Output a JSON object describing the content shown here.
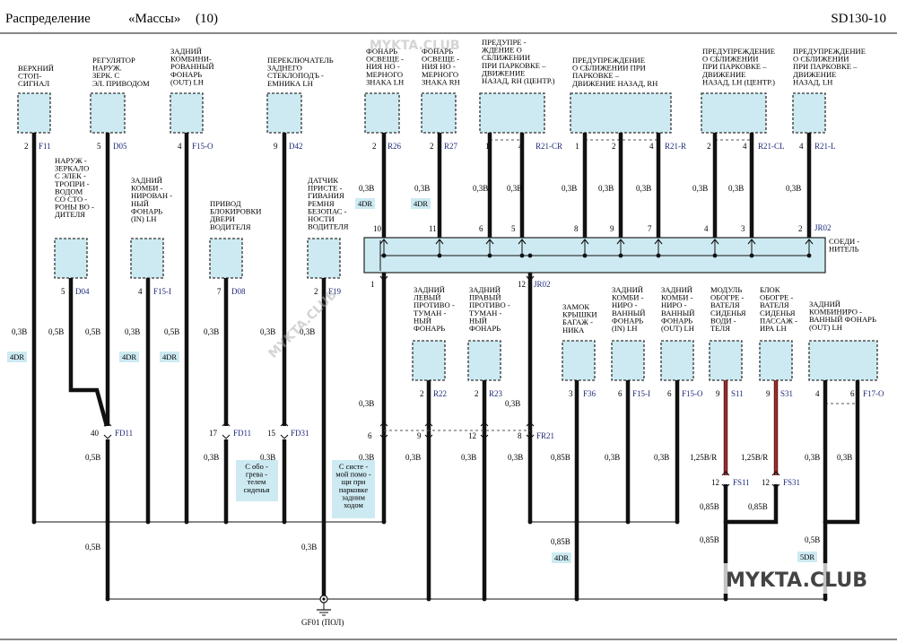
{
  "header": {
    "title": "Распределение",
    "section": "«Массы»",
    "page": "(10)",
    "code": "SD130-10"
  },
  "components": {
    "F11": {
      "name": "ВЕРХНИЙ|СТОП-|СИГНАЛ",
      "pin": "2",
      "code": "F11",
      "wire": "0,3B",
      "tag": "4DR"
    },
    "D05": {
      "name": "РЕГУЛЯТОР|НАРУЖ.|ЗЕРК. С|ЭЛ. ПРИВОДОМ",
      "pin": "5",
      "code": "D05",
      "wire": "0,5B"
    },
    "F15O": {
      "name": "ЗАДНИЙ|КОМБИНИ-|РОВАННЫЙ|ФОНАРЬ|(OUT) LH",
      "pin": "4",
      "code": "F15-O",
      "wire": "0,5B",
      "tag": "4DR"
    },
    "D42": {
      "name": "ПЕРЕКЛЮЧАТЕЛЬ|ЗАДНЕГО|СТЕКЛОПОДЪ -|ЕМНИКА LH",
      "pin": "9",
      "code": "D42",
      "wire": "0,3B"
    },
    "R26": {
      "name": "ФОНАРЬ|ОСВЕЩЕ -|НИЯ НО -|МЕРНОГО|ЗНАКА LH",
      "pin": "2",
      "code": "R26",
      "wire": "0,3B",
      "tag": "4DR"
    },
    "R27": {
      "name": "ФОНАРЬ|ОСВЕЩЕ -|НИЯ НО -|МЕРНОГО|ЗНАКА RH",
      "pin": "2",
      "code": "R27",
      "wire": "0,3B",
      "tag": "4DR"
    },
    "R21CR": {
      "name": "ПРЕДУПРЕ -|ЖДЕНИЕ  О|СБЛИЖЕНИИ|ПРИ ПАРКОВКЕ  –|ДВИЖЕНИЕ|НАЗАД, RH (ЦЕНТР.)",
      "pins": [
        "1",
        "4"
      ],
      "code": "R21-CR",
      "wire": "0,3B"
    },
    "R21R": {
      "name": "ПРЕДУПРЕЖДЕНИЕ|О СБЛИЖЕНИИ   ПРИ|ПАРКОВКЕ   –|ДВИЖЕНИЕ   НАЗАД, RH",
      "pins": [
        "1",
        "2",
        "4"
      ],
      "code": "R21-R",
      "wire": "0,3B"
    },
    "R21CL": {
      "name": "ПРЕДУПРЕЖДЕНИЕ|О СБЛИЖЕНИИ|ПРИ ПАРКОВКЕ  –|ДВИЖЕНИЕ|НАЗАД, LH (ЦЕНТР.)",
      "pins": [
        "2",
        "4"
      ],
      "code": "R21-CL",
      "wire": "0,3B"
    },
    "R21L": {
      "name": "ПРЕДУПРЕЖДЕНИЕ|О СБЛИЖЕНИИ|ПРИ ПАРКОВКЕ  –|ДВИЖЕНИЕ|НАЗАД, LH",
      "pin": "4",
      "code": "R21-L",
      "wire": "0,3B"
    },
    "D04": {
      "name": "НАРУЖ -|ЗЕРКАЛО|С ЭЛЕК -|ТРОПРИ -|ВОДОМ|СО СТО -|РОНЫ  ВО -|ДИТЕЛЯ",
      "pin": "5",
      "code": "D04",
      "wire": "0,5B"
    },
    "F15I": {
      "name": "ЗАДНИЙ|КОМБИ -|НИРОВАН -|НЫЙ|ФОНАРЬ|(IN) LH",
      "pin": "4",
      "code": "F15-I",
      "wire": "0,3B",
      "tag": "4DR"
    },
    "D08": {
      "name": "ПРИВОД|БЛОКИРОВКИ|ДВЕРИ|ВОДИТЕЛЯ",
      "pin": "7",
      "code": "D08",
      "wire": "0,3B"
    },
    "F19": {
      "name": "ДАТЧИК|ПРИСТЕ -|ГИВАНИЯ|РЕМНЯ|БЕЗОПАС -|НОСТИ|ВОДИТЕЛЯ",
      "pin": "2",
      "code": "F19",
      "wire": "0,3B"
    },
    "R22": {
      "name": "ЗАДНИЙ|ЛЕВЫЙ|ПРОТИВО -|ТУМАН -|НЫЙ|ФОНАРЬ",
      "pin": "2",
      "code": "R22",
      "wire": "0,3B"
    },
    "R23": {
      "name": "ЗАДНИЙ|ПРАВЫЙ|ПРОТИВО -|ТУМАН -|НЫЙ|ФОНАРЬ",
      "pin": "2",
      "code": "R23",
      "wire": "0,3B"
    },
    "F36": {
      "name": "ЗАМОК|КРЫШКИ|БАГАЖ -|НИКА",
      "pin": "3",
      "code": "F36",
      "wire": "0,85B"
    },
    "F15I2": {
      "name": "ЗАДНИЙ|КОМБИ -|НИРО -|ВАННЫЙ|ФОНАРЬ|(IN) LH",
      "pin": "6",
      "code": "F15-I",
      "wire": "0,3B"
    },
    "F15O2": {
      "name": "ЗАДНИЙ|КОМБИ -|НИРО -|ВАННЫЙ|ФОНАРЬ|(OUT) LH",
      "pin": "6",
      "code": "F15-O",
      "wire": "0,3B"
    },
    "S11": {
      "name": "МОДУЛЬ|ОБОГРЕ -|ВАТЕЛЯ|СИДЕНЬЯ|ВОДИ -|ТЕЛЯ",
      "pin": "9",
      "code": "S11",
      "wire": "1,25B/R"
    },
    "S31": {
      "name": "БЛОК|ОБОГРЕ -|ВАТЕЛЯ|СИДЕНЬЯ|ПАССАЖ -|ИРА LH",
      "pin": "9",
      "code": "S31",
      "wire": "1,25B/R"
    },
    "F17O": {
      "name": "ЗАДНИЙ|КОМБИНИРО -|ВАННЫЙ  ФОНАРЬ|(OUT) LH",
      "pins": [
        "4",
        "6"
      ],
      "code": "F17-O",
      "wire": "0,3B"
    }
  },
  "connectors": {
    "JR02": {
      "label": "СОЕДИ -|НИТЕЛЬ",
      "code": "JR02",
      "top_pins": [
        "10",
        "11",
        "6",
        "5",
        "8",
        "9",
        "7",
        "4",
        "3",
        "2"
      ],
      "bottom_pins": [
        "1",
        "12"
      ]
    },
    "FD11": {
      "code": "FD11",
      "pins": [
        "40",
        "17"
      ]
    },
    "FD31": {
      "code": "FD31",
      "pin": "15"
    },
    "FR21": {
      "code": "FR21",
      "pins": [
        "6",
        "9",
        "12",
        "8"
      ]
    },
    "FS11": {
      "code": "FS11",
      "pin": "12"
    },
    "FS31": {
      "code": "FS31",
      "pin": "12"
    }
  },
  "notes": {
    "seat_heater": "С обо -|грева -|телем|сиденья",
    "parking": "С систе -|мой помо -|щи при|парковке|задним|ходом"
  },
  "wires": {
    "fd11_out": "0,5B",
    "fd11_17": "0,3B",
    "fd31_15": "0,3B",
    "fr21_6": "0,3B",
    "fr21_9": "0,3B",
    "fr21_12": "0,3B",
    "fr21_8": "0,3B",
    "f36_down": "0,85B",
    "f36_tag": "4DR",
    "fs_0": "0,85B",
    "fs_1": "0,85B",
    "fs_2": "0,85B",
    "f17_down": "0,5B",
    "f17_tag": "5DR",
    "d42_down": "0,3B",
    "main_down": "0,5B"
  },
  "ground": {
    "label": "GF01 (ПОЛ)"
  },
  "watermark": {
    "text": "MYKTA.CLUB"
  },
  "colors": {
    "component_fill": "#cdeaf2",
    "wire_black": "#111111",
    "wire_red": "#6b1a1a",
    "code_blue": "#1e2a7a"
  }
}
